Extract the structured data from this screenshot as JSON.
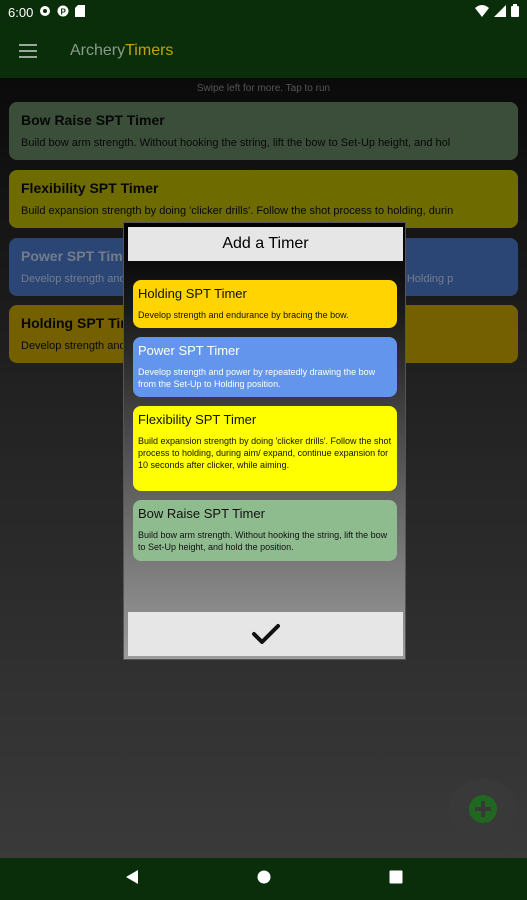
{
  "status_bar": {
    "time": "6:00"
  },
  "app_bar": {
    "title_part1": "Archery",
    "title_part2": "Timers"
  },
  "hint": "Swipe left for more. Tap to run",
  "timers": [
    {
      "title": "Bow Raise SPT Timer",
      "desc": "Build bow arm strength. Without hooking the string, lift the bow to Set-Up height, and hol",
      "color": "#6b8f6b"
    },
    {
      "title": "Flexibility SPT Timer",
      "desc": "Build expansion strength by doing 'clicker drills'. Follow the shot process to holding, durin",
      "color": "#c8c300"
    },
    {
      "title": "Power SPT Timer",
      "desc": "Develop strength and power by repeatedly drawing the bow from the Set-Up to Holding p",
      "color": "#4f7fd6"
    },
    {
      "title": "Holding SPT Timer",
      "desc": "Develop strength and endurance by bracing the bow.",
      "color": "#d4b000"
    }
  ],
  "dialog": {
    "title": "Add a Timer",
    "options": [
      {
        "title": "Holding SPT Timer",
        "desc": "Develop strength and endurance by bracing the bow.",
        "color": "#ffd400"
      },
      {
        "title": "Power SPT Timer",
        "desc": "Develop strength and power by repeatedly drawing the bow from the Set-Up to Holding position.",
        "color": "#6495ed"
      },
      {
        "title": "Flexibility SPT Timer",
        "desc": "Build expansion strength by doing 'clicker drills'. Follow the shot process to holding, during aim/ expand, continue expansion for 10 seconds after clicker, while aiming.",
        "color": "#ffff00"
      },
      {
        "title": "Bow Raise SPT Timer",
        "desc": "Build bow arm strength. Without hooking the string, lift the bow to Set-Up height, and hold the position.",
        "color": "#8fbc8f"
      }
    ]
  },
  "colors": {
    "bar_background": "#0a2e0a",
    "fab_plus": "#1e6e1e"
  }
}
